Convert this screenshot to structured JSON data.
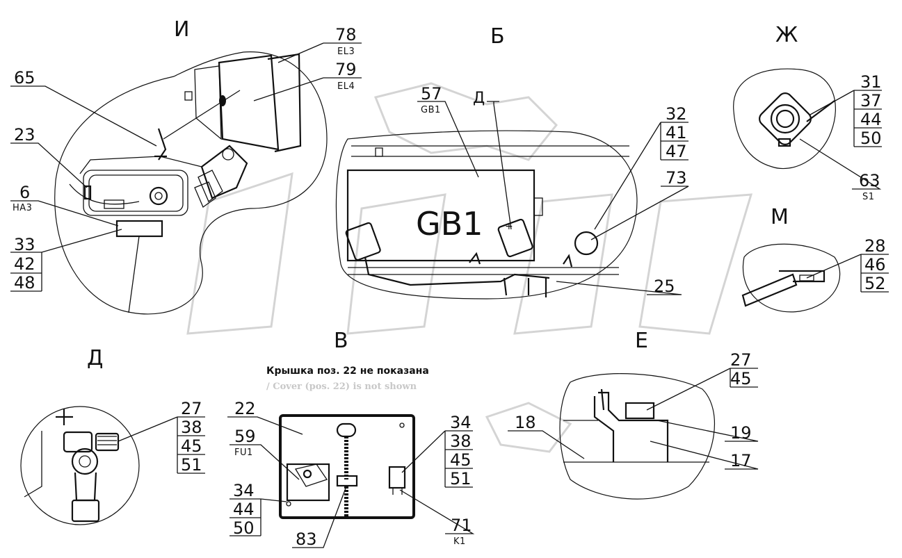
{
  "views": {
    "I": "И",
    "B": "Б",
    "Zh": "Ж",
    "M": "М",
    "V": "В",
    "E": "Е",
    "D_small": "Д",
    "D_big": "Д"
  },
  "notes": {
    "cover_ru": "Крышка поз. 22 не показана",
    "cover_en": "/ Cover (pos. 22) is not shown"
  },
  "callouts": {
    "c78": "78",
    "c78_sub": "EL3",
    "c79": "79",
    "c79_sub": "EL4",
    "c65": "65",
    "c23": "23",
    "c6": "6",
    "c6_sub": "HA3",
    "c33": "33",
    "c42": "42",
    "c48": "48",
    "c57": "57",
    "c57_sub": "GB1",
    "gb1_big": "GB1",
    "c32": "32",
    "c41": "41",
    "c47": "47",
    "c73": "73",
    "c25": "25",
    "c31": "31",
    "c37": "37",
    "c44a": "44",
    "c50a": "50",
    "c63": "63",
    "c63_sub": "S1",
    "c28": "28",
    "c46": "46",
    "c52": "52",
    "c27a": "27",
    "c45a": "45",
    "c19": "19",
    "c17": "17",
    "c18": "18",
    "c27b": "27",
    "c38a": "38",
    "c45b": "45",
    "c51a": "51",
    "c22": "22",
    "c59": "59",
    "c59_sub": "FU1",
    "c34a": "34",
    "c44b": "44",
    "c50b": "50",
    "c34b": "34",
    "c38b": "38",
    "c45c": "45",
    "c51b": "51",
    "c83": "83",
    "c71": "71",
    "c71_sub": "K1"
  },
  "icons": [
    "plus-terminal-icon",
    "ground-symbol-icon",
    "connector-icon"
  ],
  "colors": {
    "ink": "#111111",
    "watermark": "#d4d4d4",
    "background": "#ffffff"
  }
}
